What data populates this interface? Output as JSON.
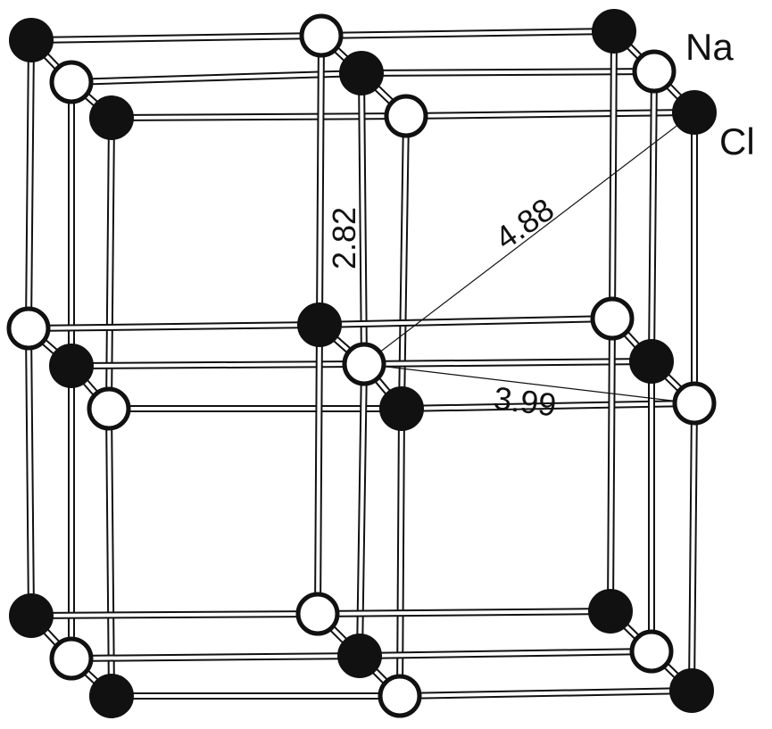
{
  "diagram": {
    "labels": {
      "na": "Na",
      "cl": "Cl",
      "distance_vertical": "2.82",
      "distance_diagonal": "4.88",
      "distance_horizontal": "3.99"
    },
    "colors": {
      "cl_fill": "#111111",
      "na_fill": "#ffffff",
      "outline": "#111111",
      "background": "#ffffff"
    }
  }
}
